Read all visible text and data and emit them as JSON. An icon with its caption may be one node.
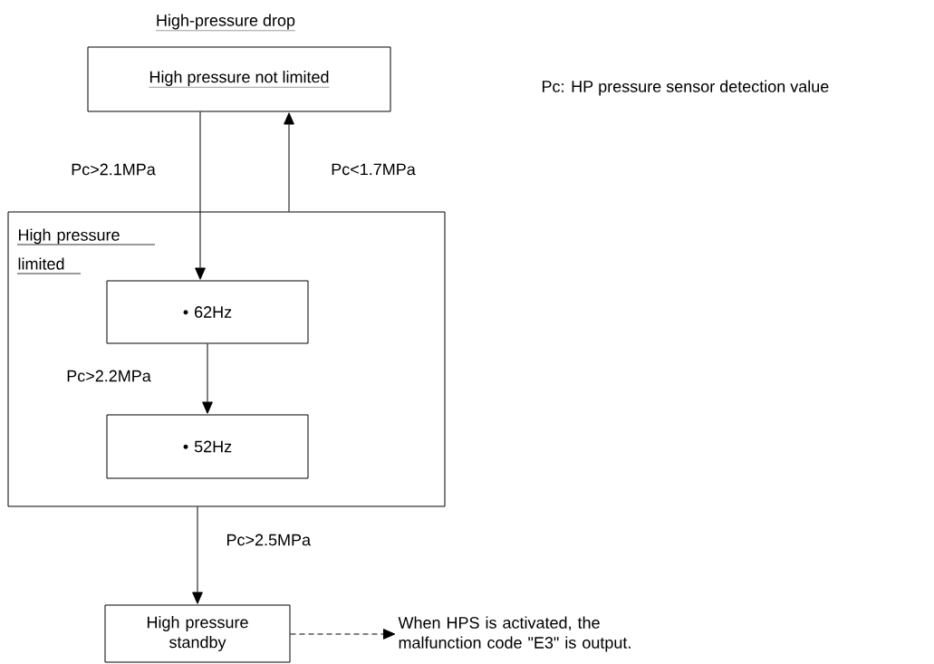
{
  "diagram": {
    "nodes": [
      {
        "text": [
          "High-pressure drop",
          "High pressure not limited"
        ]
      },
      {
        "text": [
          "High pressure limited"
        ]
      },
      {
        "text": [
          "• 62Hz"
        ],
        "in": 1
      },
      {
        "text": [
          "• 52Hz"
        ],
        "in": 1
      },
      {
        "text": [
          "High pressure standby"
        ]
      },
      {
        "text": [
          "When HPS is activated, the malfunction code \"E3\" is output."
        ]
      }
    ],
    "edges": [
      {
        "from": 0,
        "to": 2,
        "arrow": "to",
        "label": "Pc>2.1MPa"
      },
      {
        "from": 1,
        "to": 0,
        "arrow": "to",
        "label": "Pc<1.7MPa"
      },
      {
        "from": 2,
        "to": 3,
        "arrow": "to",
        "label": "Pc>2.2MPa"
      },
      {
        "from": 1,
        "to": 4,
        "arrow": "to",
        "label": "Pc>2.5MPa"
      },
      {
        "from": 4,
        "to": 5,
        "arrow": "to",
        "style": "dashed"
      }
    ],
    "labels": [
      "Pc: HP pressure sensor detection value"
    ]
  }
}
